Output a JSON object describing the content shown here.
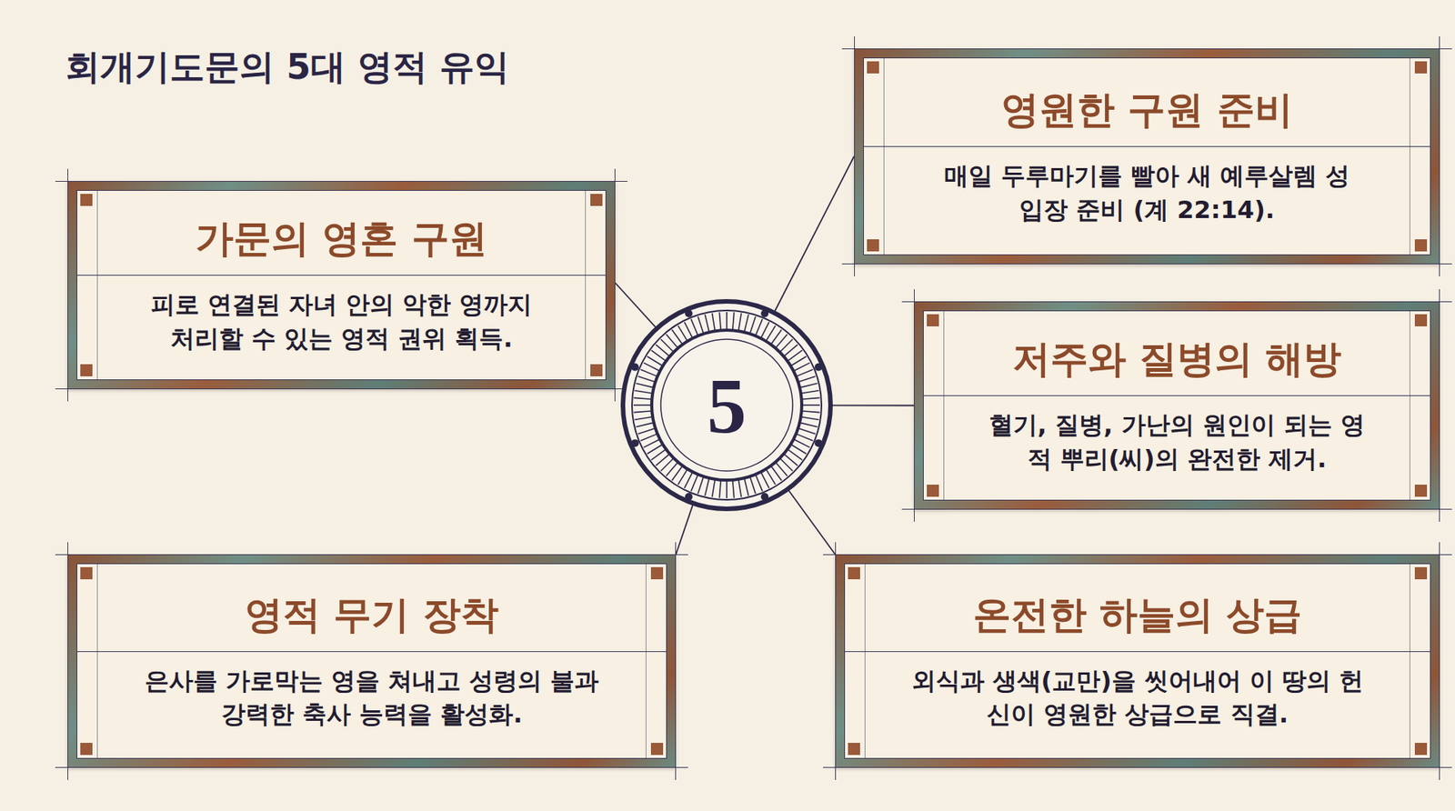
{
  "diagram": {
    "title": "회개기도문의 5대 영적 유익",
    "nodes": [
      {
        "text": [
          "영원한 구원 준비",
          "매일 두루마기를 빨아 새 예루살렘 성 입장 준비 (계 22:14)."
        ]
      },
      {
        "text": [
          "가문의 영혼 구원",
          "피로 연결된 자녀 안의 악한 영까지 처리할 수 있는 영적 권위 획득."
        ]
      },
      {
        "text": [
          "5"
        ]
      },
      {
        "text": [
          "저주와 질병의 해방",
          "혈기, 질병, 가난의 원인이 되는 영적 뿌리(씨)의 완전한 제거."
        ]
      },
      {
        "text": [
          "영적 무기 장착",
          "은사를 가로막는 영을 쳐내고 성령의 불과 강력한 축사 능력을 활성화."
        ]
      },
      {
        "text": [
          "온전한 하늘의 상급",
          "외식과 생색(교만)을 씻어내어 이 땅의 헌신이 영원한 상급으로 직결."
        ]
      }
    ],
    "edges": [
      {
        "from": 2,
        "to": 0,
        "arrow": "none"
      },
      {
        "from": 2,
        "to": 1,
        "arrow": "none"
      },
      {
        "from": 2,
        "to": 3,
        "arrow": "none"
      },
      {
        "from": 2,
        "to": 4,
        "arrow": "none"
      },
      {
        "from": 2,
        "to": 5,
        "arrow": "none"
      }
    ]
  }
}
